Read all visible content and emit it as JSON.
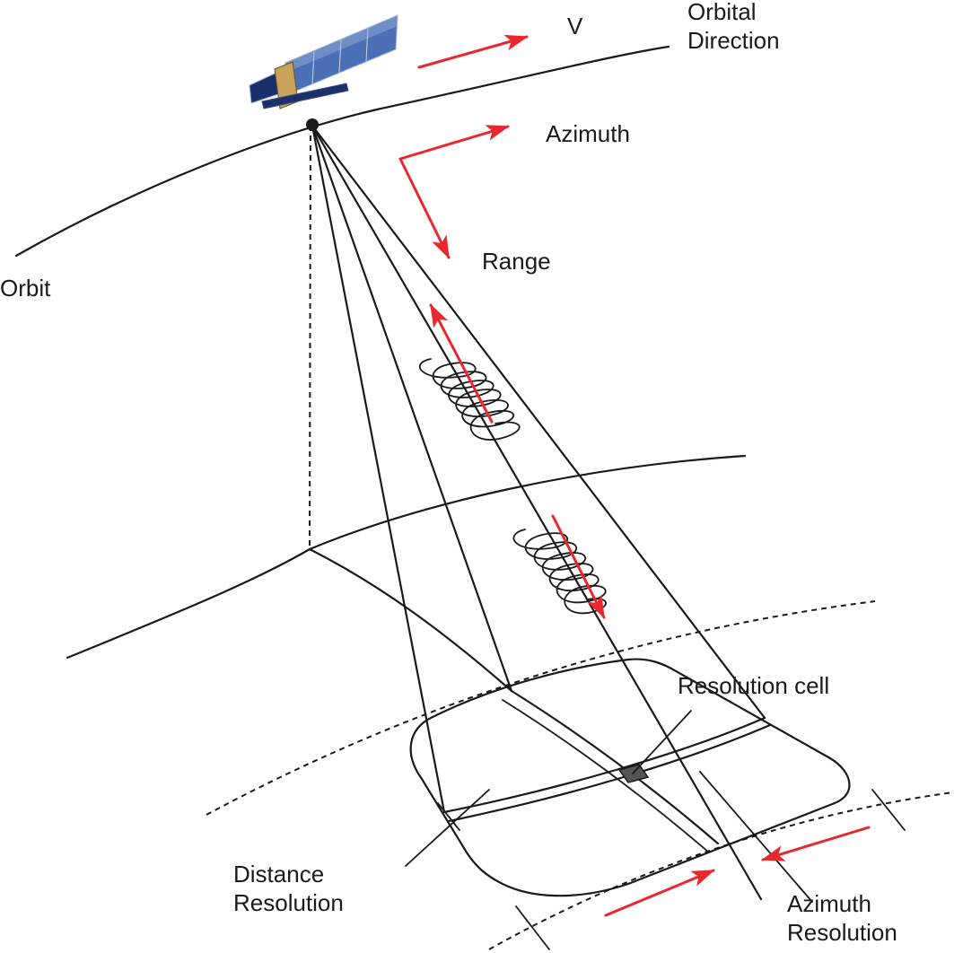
{
  "labels": {
    "velocity": "V",
    "orbital_direction_line1": "Orbital",
    "orbital_direction_line2": "Direction",
    "azimuth": "Azimuth",
    "range": "Range",
    "orbit": "Orbit",
    "resolution_cell": "Resolution cell",
    "distance_resolution_line1": "Distance",
    "distance_resolution_line2": "Resolution",
    "azimuth_resolution_line1": "Azimuth",
    "azimuth_resolution_line2": "Resolution"
  },
  "colors": {
    "arrow": "#e8282d",
    "line": "#1a1a1a",
    "cell_fill": "#555555",
    "panel_dark": "#1b2f6b",
    "panel_mid": "#4a6fb5",
    "panel_light": "#9fb3d9",
    "body_gold": "#c9a35a"
  },
  "icons": {
    "satellite": "satellite-icon"
  }
}
